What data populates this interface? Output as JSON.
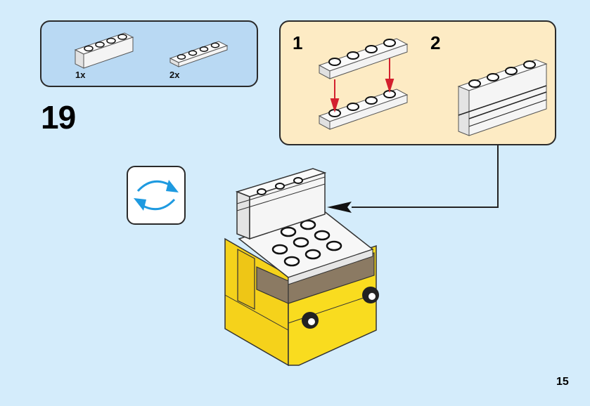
{
  "parts_list": {
    "items": [
      {
        "part": "white 1x4 brick",
        "quantity": "1x"
      },
      {
        "part": "white 1x4 plate",
        "quantity": "2x"
      }
    ]
  },
  "step": {
    "number": "19"
  },
  "substeps": [
    {
      "number": "1",
      "description": "stack two white 1x4 plates"
    },
    {
      "number": "2",
      "description": "resulting white 1x4 assembly"
    }
  ],
  "rotate_icon": "rotate-model-icon",
  "page": {
    "number": "15"
  },
  "colors": {
    "background": "#d4ecfb",
    "parts_box": "#b9d9f3",
    "substep_box": "#fdebc4",
    "yellow": "#f7d51d",
    "brown": "#8b7a63",
    "arrow_red": "#d3202e",
    "rotate_blue": "#1e9ae0"
  }
}
